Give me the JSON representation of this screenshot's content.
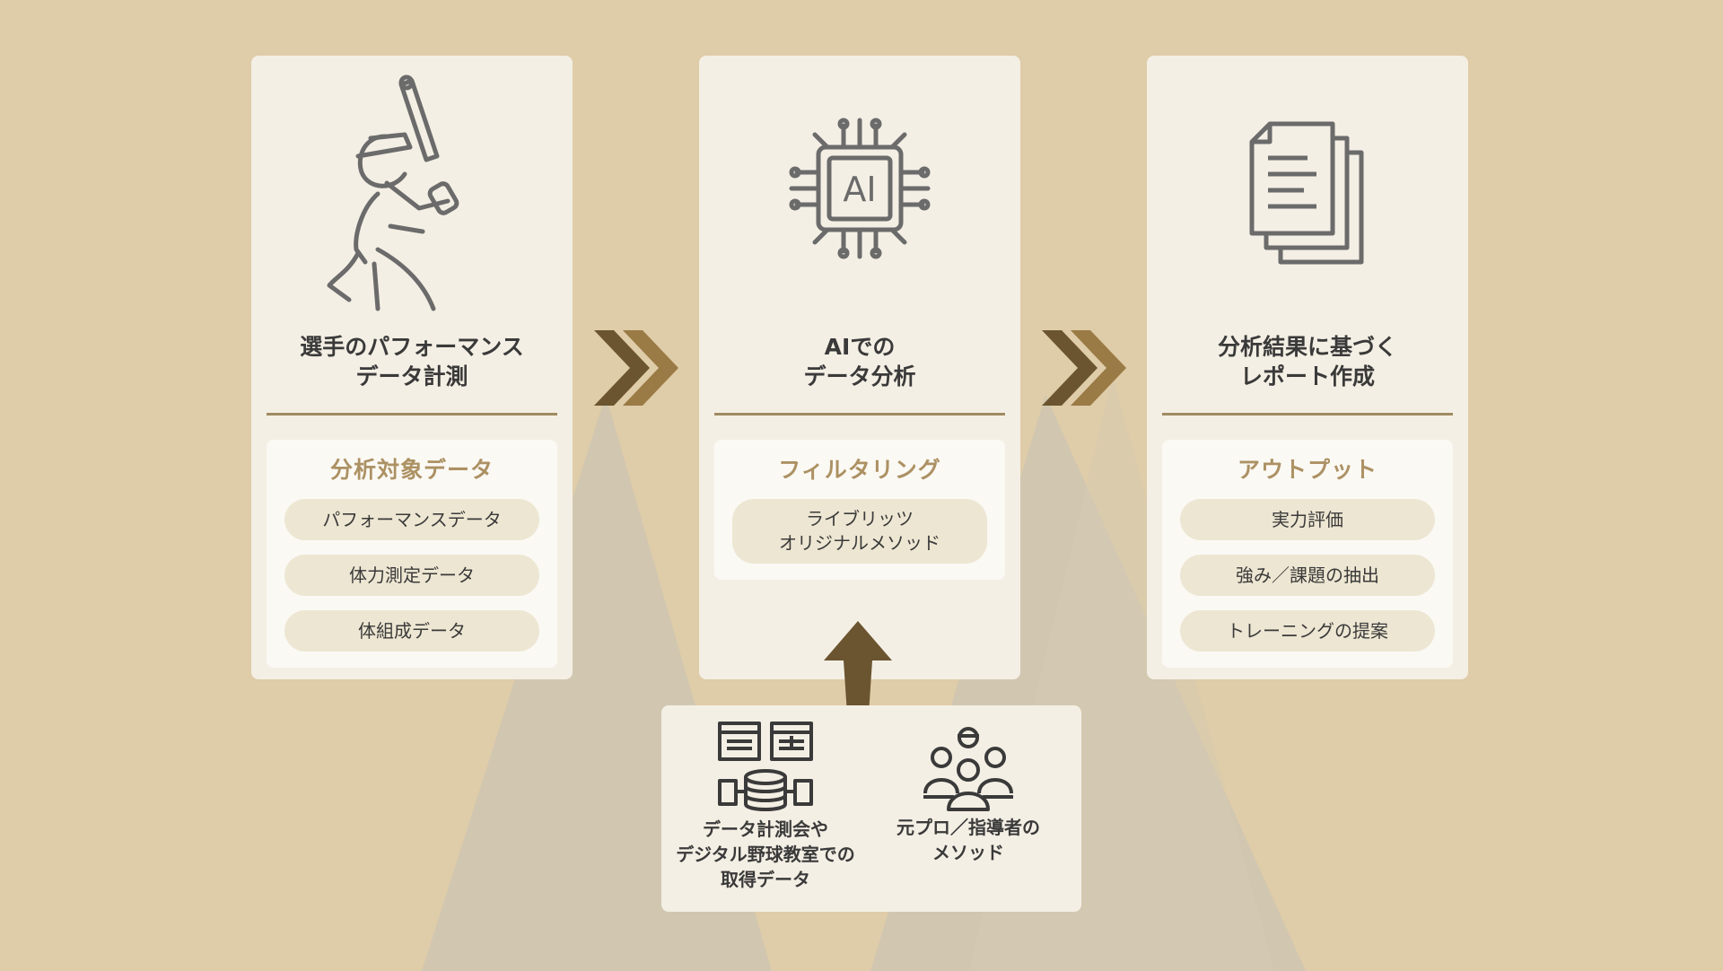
{
  "steps": [
    {
      "icon": "baseball-batter-icon",
      "title_lines": [
        "選手のパフォーマンス",
        "データ計測"
      ],
      "panel_title": "分析対象データ",
      "items": [
        "パフォーマンスデータ",
        "体力測定データ",
        "体組成データ"
      ]
    },
    {
      "icon": "ai-chip-icon",
      "icon_text": "AI",
      "title_lines": [
        "AIでの",
        "データ分析"
      ],
      "panel_title": "フィルタリング",
      "items": [
        [
          "ライブリッツ",
          "オリジナルメソッド"
        ]
      ]
    },
    {
      "icon": "documents-icon",
      "title_lines": [
        "分析結果に基づく",
        "レポート作成"
      ],
      "panel_title": "アウトプット",
      "items": [
        "実力評価",
        "強み／課題の抽出",
        "トレーニングの提案"
      ]
    }
  ],
  "sources": [
    {
      "icon": "data-database-icon",
      "label_lines": [
        "データ計測会や",
        "デジタル野球教室での",
        "取得データ"
      ]
    },
    {
      "icon": "team-group-icon",
      "label_lines": [
        "元プロ／指導者の",
        "メソッド"
      ]
    }
  ],
  "colors": {
    "background": "#dfcca8",
    "card": "#f4efe4",
    "panel_title": "#ac9163",
    "pill": "#ede6d2",
    "arrow_dark": "#6b5530",
    "arrow_light": "#9a7a45"
  }
}
